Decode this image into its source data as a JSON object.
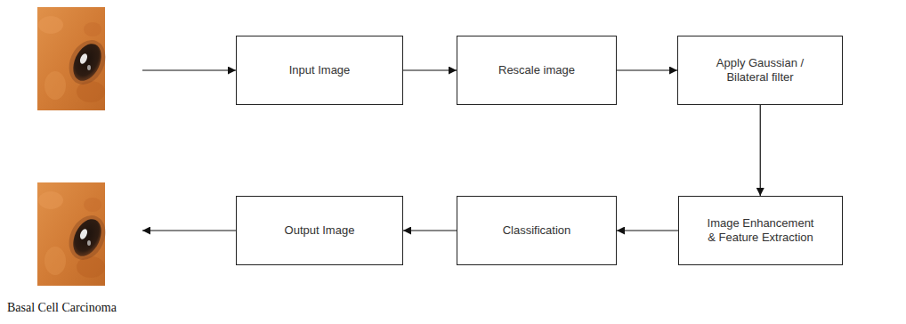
{
  "diagram": {
    "nodes": [
      {
        "text": [
          "Input Image"
        ]
      },
      {
        "text": [
          "Rescale image"
        ]
      },
      {
        "text": [
          "Apply Gaussian / Bilateral filter"
        ]
      },
      {
        "text": [
          "Output Image"
        ]
      },
      {
        "text": [
          "Classification"
        ]
      },
      {
        "text": [
          "Image Enhancement & Feature Extraction"
        ]
      }
    ],
    "edges": [
      {
        "from": 0,
        "to": 1,
        "arrow": "to"
      },
      {
        "from": 1,
        "to": 2,
        "arrow": "to"
      },
      {
        "from": 2,
        "to": 5,
        "arrow": "to"
      },
      {
        "from": 5,
        "to": 4,
        "arrow": "to"
      },
      {
        "from": 4,
        "to": 3,
        "arrow": "to"
      }
    ],
    "labels": [
      "Basal Cell Carcinoma"
    ]
  }
}
